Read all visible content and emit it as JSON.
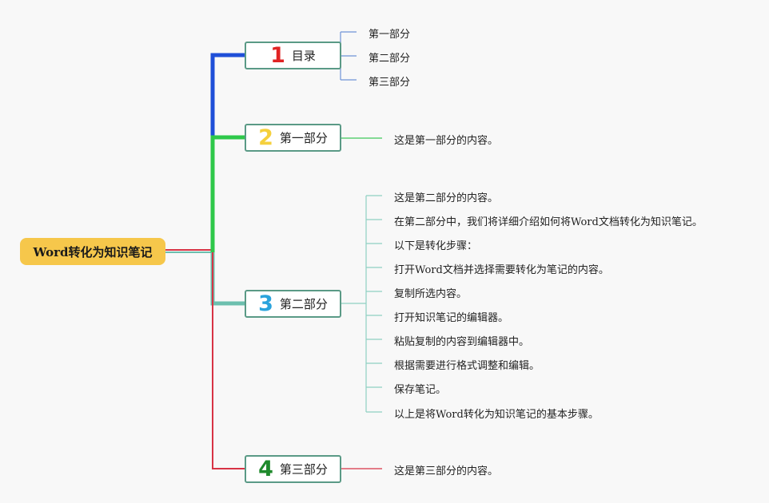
{
  "root": {
    "label": "Word转化为知识笔记"
  },
  "colors": {
    "blue": "#1f4fd8",
    "green": "#2ec84a",
    "teal": "#6cbfae",
    "red": "#d83345",
    "yellow": "#f6c74b"
  },
  "branches": [
    {
      "number": "1",
      "label": "目录",
      "color": "#e02424",
      "children": [
        "第一部分",
        "第二部分",
        "第三部分"
      ]
    },
    {
      "number": "2",
      "label": "第一部分",
      "color": "#f5d03d",
      "children": [
        "这是第一部分的内容。"
      ]
    },
    {
      "number": "3",
      "label": "第二部分",
      "color": "#2aa3dc",
      "children": [
        "这是第二部分的内容。",
        "在第二部分中，我们将详细介绍如何将Word文档转化为知识笔记。",
        "以下是转化步骤：",
        "打开Word文档并选择需要转化为笔记的内容。",
        "复制所选内容。",
        "打开知识笔记的编辑器。",
        "粘贴复制的内容到编辑器中。",
        "根据需要进行格式调整和编辑。",
        "保存笔记。",
        "以上是将Word转化为知识笔记的基本步骤。"
      ]
    },
    {
      "number": "4",
      "label": "第三部分",
      "color": "#1f8a2c",
      "children": [
        "这是第三部分的内容。"
      ]
    }
  ]
}
